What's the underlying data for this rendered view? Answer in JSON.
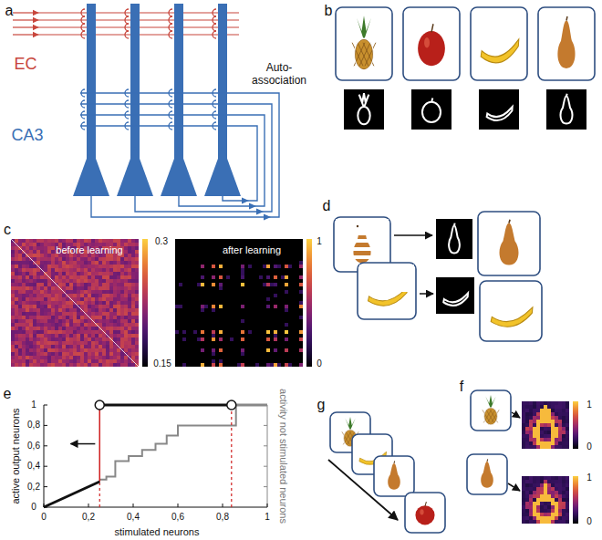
{
  "diagram": {
    "labels": [
      "a",
      "EC",
      "CA3",
      "Auto-association",
      "b",
      "c",
      "before learning",
      "after learning",
      "0.3",
      "0.15",
      "1",
      "0",
      "d",
      "e",
      "active output neurons",
      "stimulated neurons",
      "activity not stimulated neurons",
      "0",
      "0,2",
      "0,4",
      "0,6",
      "0,8",
      "1",
      "0",
      "0,2",
      "0,4",
      "0,6",
      "0,8",
      "1",
      "g",
      "f",
      "1",
      "0",
      "1",
      "0"
    ]
  }
}
